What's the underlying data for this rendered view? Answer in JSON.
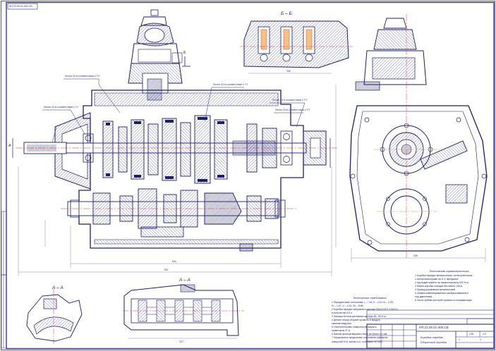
{
  "colors": {
    "frame": "#2b2b8a",
    "part_outline": "#1d1d70",
    "part_shade": "#5a5ab4",
    "hatch": "#3a3a9a",
    "centerline": "#e0312a",
    "axis_accent": "#f08a2a",
    "dimension": "#7a7ac8",
    "background": "#ffffff"
  },
  "views": {
    "section_bb_label": "Б – Б",
    "section_aa_left_label": "А – А",
    "section_aa_bottom_label": "А – А",
    "cut_mark_a": "А",
    "cut_mark_b": "Б"
  },
  "callouts": [
    "Литол 24 в соответствии с ТУ",
    "Литол 24 в соответствии с ТУ",
    "Литол 24 в соответствии с ТУ",
    "Литол 24 в соответствии с ТУ",
    "Литол 24 в соответствии с ТУ"
  ],
  "dimensions": {
    "overall_length": "783",
    "lower_length": "541",
    "end_view_width": "339",
    "bb_width": "250",
    "aa_width": "227"
  },
  "tech_requirements": {
    "title": "Технические требования",
    "lines": [
      "1 Передаточные отношения: I – 7,44; II – 4,10; III – 2,29;",
      "IV – 1,47; V – 1,00; ЗХ – 6,69.",
      "2 Коробка передач заправлять маслом ТМ-5 ГОСТ 17479.3",
      "в количестве 8,5 л.",
      "3 Затяжка болтов крепления картера 45...55 Н·м.",
      "4 Детали перед сборкой промыть и продуть",
      "сжатым воздухом.",
      "5 Уплотнительные поверхности покрыть",
      "герметиком УГ-6.",
      "6 Биение фланца ведомого вала не более 0,1 мм.",
      "7 Неуказанные предельные отклонения размеров:",
      "отверстий Н14, валов h14, остальных ±IT14/2."
    ]
  },
  "tech_spec": {
    "title": "Техническая характеристика",
    "lines": [
      "1 Коробка передач механическая, пятиступенчатая,",
      "с синхронизаторами на II–V передачах.",
      "2 Крутящий момент на первичном валу 520 Н·м.",
      "3 Масса коробки передач без масла 135 кг.",
      "4 Привод управления механический.",
      "5 Смазка комбинированная: разбрызгиванием и",
      "под давлением.",
      "6 Число зубьев шестерён указано в спецификации."
    ]
  },
  "title_block": {
    "designation": "КП.23.05.01.000 СБ",
    "name_line1": "Коробка передач",
    "name_line2": "Сборочный чертёж",
    "mass": "135",
    "scale": "1:2",
    "sheet": "1",
    "sheets": "1"
  },
  "frame_tag": "КП.23.05.01.000 СБ"
}
